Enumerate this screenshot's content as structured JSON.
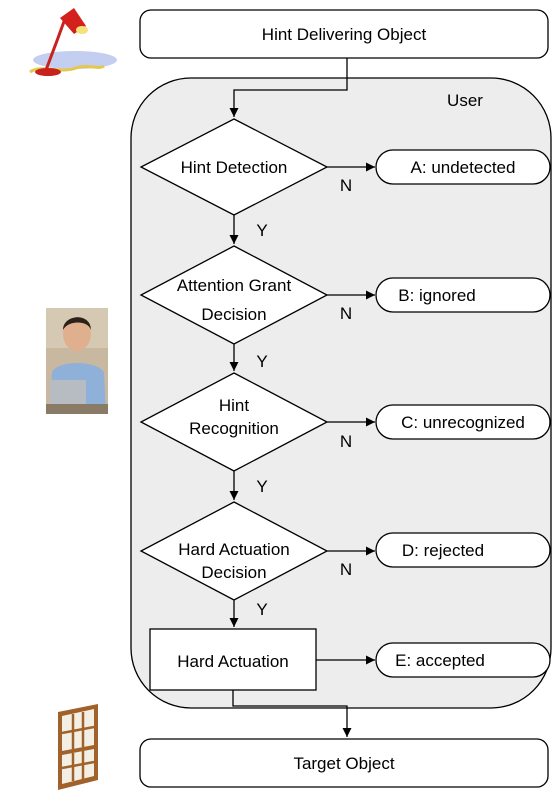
{
  "top_box": {
    "label": "Hint Delivering Object"
  },
  "user_region": {
    "label": "User"
  },
  "decisions": [
    {
      "lines": [
        "Hint Detection"
      ],
      "yes_label": "Y",
      "no_label": "N",
      "outcome": "A: undetected"
    },
    {
      "lines": [
        "Attention Grant",
        "Decision"
      ],
      "yes_label": "Y",
      "no_label": "N",
      "outcome": "B: ignored"
    },
    {
      "lines": [
        "Hint",
        "Recognition"
      ],
      "yes_label": "Y",
      "no_label": "N",
      "outcome": "C: unrecognized"
    },
    {
      "lines": [
        "Hard Actuation",
        "Decision"
      ],
      "yes_label": "Y",
      "no_label": "N",
      "outcome": "D: rejected"
    }
  ],
  "action": {
    "label": "Hard Actuation",
    "outcome": "E: accepted"
  },
  "bottom_box": {
    "label": "Target Object"
  },
  "pictures": {
    "top": "desk-lamp",
    "middle": "person-at-laptop",
    "bottom": "sash-window"
  },
  "colors": {
    "user_region_fill": "#ededed",
    "lamp_red": "#d3201d",
    "window_wood": "#a0612a"
  }
}
